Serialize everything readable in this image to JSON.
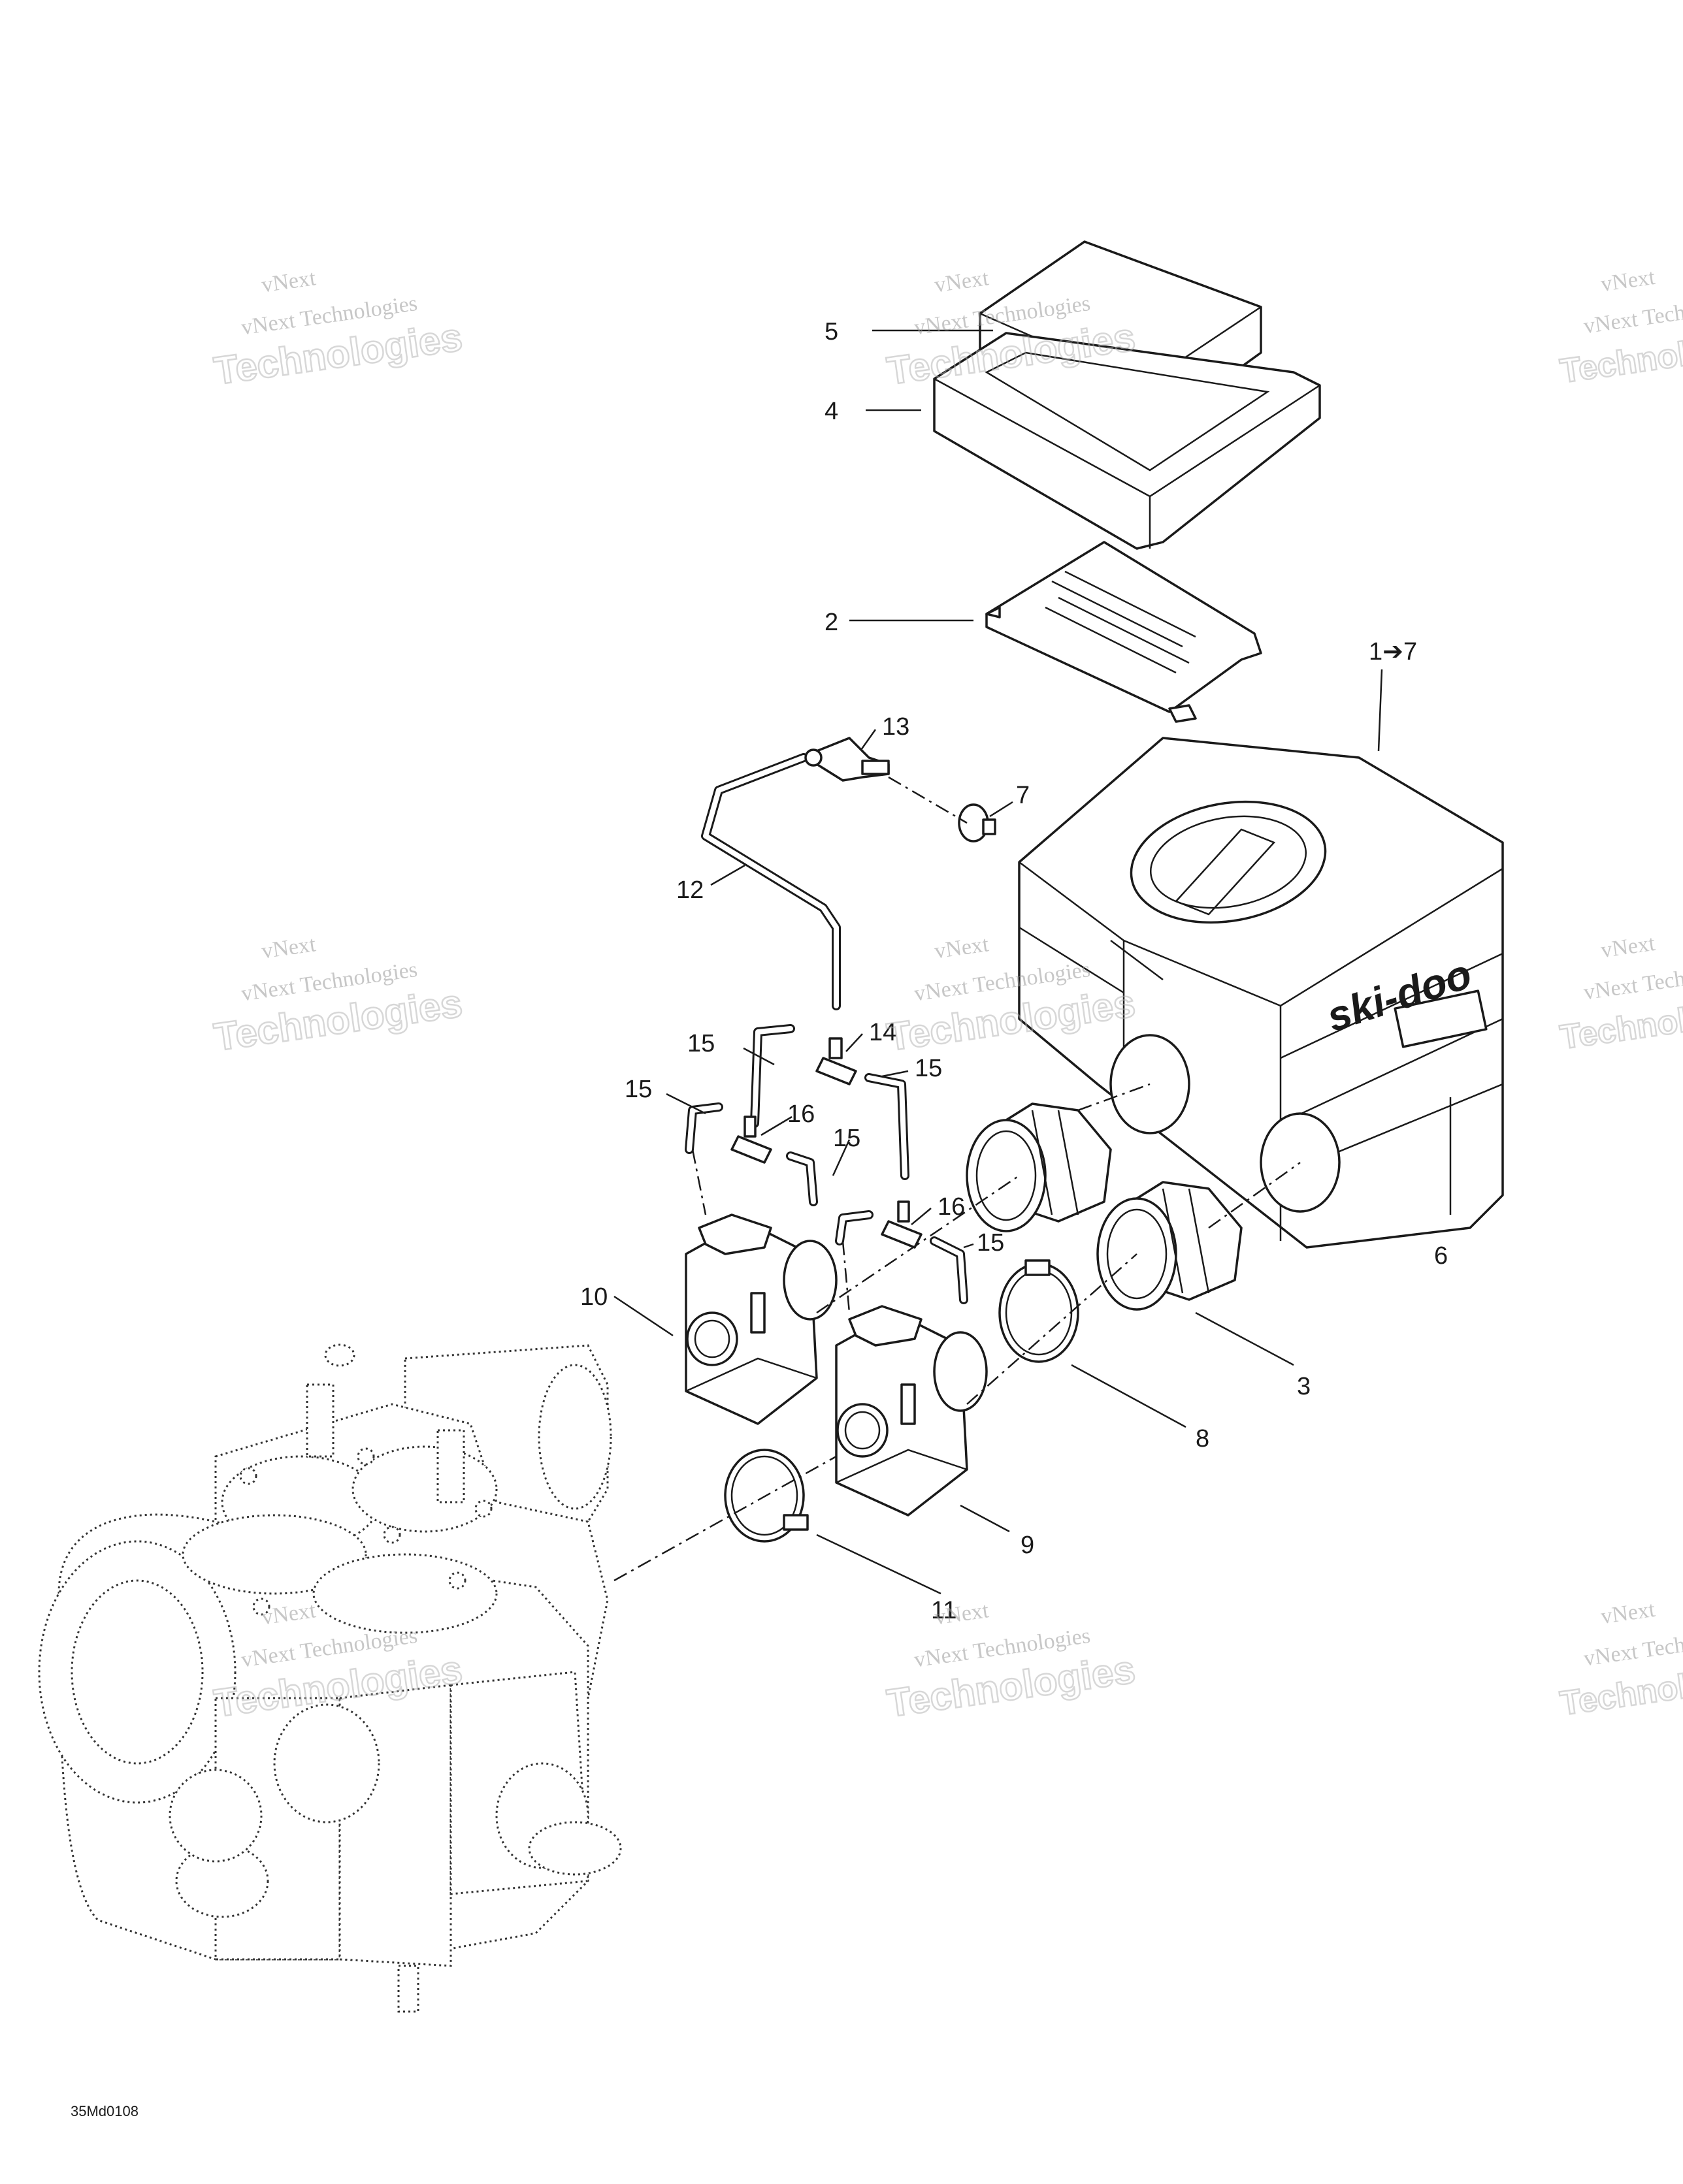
{
  "callouts": [
    {
      "id": "c5",
      "text": "5"
    },
    {
      "id": "c4",
      "text": "4"
    },
    {
      "id": "c2",
      "text": "2"
    },
    {
      "id": "c1to7",
      "text": "1➔7"
    },
    {
      "id": "c13",
      "text": "13"
    },
    {
      "id": "c7",
      "text": "7"
    },
    {
      "id": "c12",
      "text": "12"
    },
    {
      "id": "c15a",
      "text": "15"
    },
    {
      "id": "c14",
      "text": "14"
    },
    {
      "id": "c15b",
      "text": "15"
    },
    {
      "id": "c15c",
      "text": "15"
    },
    {
      "id": "c16a",
      "text": "16"
    },
    {
      "id": "c15d",
      "text": "15"
    },
    {
      "id": "c16b",
      "text": "16"
    },
    {
      "id": "c15e",
      "text": "15"
    },
    {
      "id": "c6",
      "text": "6"
    },
    {
      "id": "c10",
      "text": "10"
    },
    {
      "id": "c3",
      "text": "3"
    },
    {
      "id": "c8",
      "text": "8"
    },
    {
      "id": "c9",
      "text": "9"
    },
    {
      "id": "c11",
      "text": "11"
    }
  ],
  "watermark": {
    "line_top": "vNext",
    "line_mid": "vNext Technologies",
    "line_big": "Technologies"
  },
  "brand_logo": "ski-doo",
  "drawing_ref": "35Md0108"
}
